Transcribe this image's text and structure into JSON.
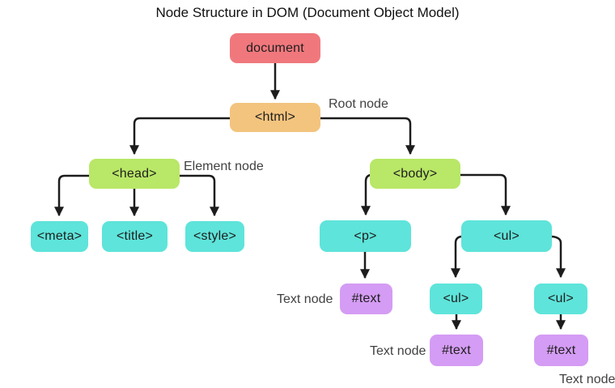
{
  "title": "Node Structure in DOM (Document Object Model)",
  "nodes": {
    "document": "document",
    "html": "<html>",
    "head": "<head>",
    "body": "<body>",
    "meta": "<meta>",
    "title": "<title>",
    "style": "<style>",
    "p": "<p>",
    "ul": "<ul>",
    "ul_left": "<ul>",
    "ul_right": "<ul>",
    "text_p": "#text",
    "text_left": "#text",
    "text_right": "#text"
  },
  "annotations": {
    "root_node": "Root node",
    "element_node": "Element node",
    "text_node_p": "Text node",
    "text_node_left": "Text node",
    "text_node_right": "Text node"
  },
  "colors": {
    "document_box": "#f0787d",
    "html_box": "#f3c47e",
    "element_box": "#b9e767",
    "tag_box": "#5ee4da",
    "text_box": "#d49cf4",
    "connector": "#1c1c1c",
    "annotation_text": "#414141",
    "node_text": "#1e1e1e"
  }
}
